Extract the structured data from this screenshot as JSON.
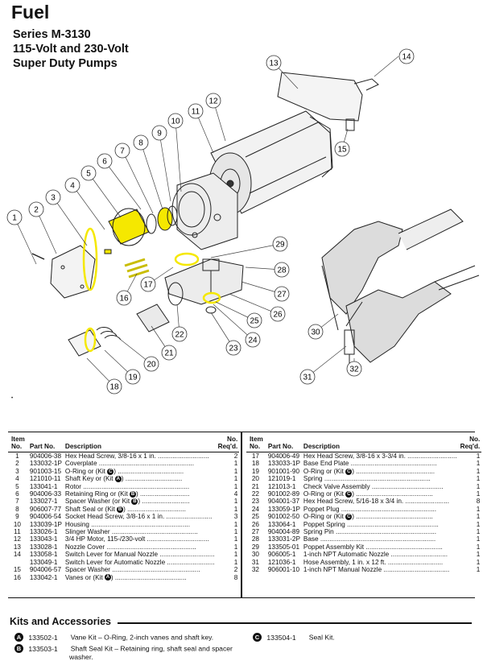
{
  "header": {
    "title": "Fuel",
    "subtitle_lines": [
      "Series M-3130",
      "115-Volt and 230-Volt",
      "Super Duty Pumps"
    ]
  },
  "diagram": {
    "callouts": [
      "1",
      "2",
      "3",
      "4",
      "5",
      "6",
      "7",
      "8",
      "9",
      "10",
      "11",
      "12",
      "13",
      "14",
      "15",
      "16",
      "17",
      "18",
      "19",
      "20",
      "21",
      "22",
      "23",
      "24",
      "25",
      "26",
      "27",
      "28",
      "29",
      "30",
      "31",
      "32"
    ],
    "highlight_color": "#f5e800"
  },
  "table": {
    "headers": {
      "item": "Item No.",
      "part": "Part No.",
      "desc": "Description",
      "qty": "No. Req'd."
    },
    "left": [
      {
        "item": "1",
        "part": "904006-38",
        "desc": "Hex Head Screw, 3/8-16 x 1 in. ............................",
        "qty": "2"
      },
      {
        "item": "2",
        "part": "133032-1P",
        "desc": "Coverplate ....................................................",
        "qty": "1"
      },
      {
        "item": "3",
        "part": "901003-15",
        "desc": "O-Ring or (Kit ",
        "kit": "C",
        "desc_after": ") ....................................",
        "qty": "1"
      },
      {
        "item": "4",
        "part": "121010-11",
        "desc": "Shaft Key or (Kit ",
        "kit": "A",
        "desc_after": ") ...............................",
        "qty": "1"
      },
      {
        "item": "5",
        "part": "133041-1",
        "desc": "Rotor ..........................................................",
        "qty": "1"
      },
      {
        "item": "6",
        "part": "904006-33",
        "desc": "Retaining Ring or (Kit ",
        "kit": "B",
        "desc_after": ") ...........................",
        "qty": "4"
      },
      {
        "item": "7",
        "part": "133027-1",
        "desc": "Spacer Washer (or Kit ",
        "kit": "B",
        "desc_after": ") ..........................",
        "qty": "1"
      },
      {
        "item": "8",
        "part": "906007-77",
        "desc": "Shaft Seal or (Kit ",
        "kit": "B",
        "desc_after": ") ................................",
        "qty": "1"
      },
      {
        "item": "9",
        "part": "904006-54",
        "desc": "Socket Head Screw, 3/8-16 x 1 in. .........................",
        "qty": "3"
      },
      {
        "item": "10",
        "part": "133039-1P",
        "desc": "Housing ......................................................",
        "qty": "1"
      },
      {
        "item": "11",
        "part": "133026-1",
        "desc": "Slinger Washer ...............................................",
        "qty": "1"
      },
      {
        "item": "12",
        "part": "133043-1",
        "desc": "3/4 HP Motor, 115-/230-volt ..................................",
        "qty": "1"
      },
      {
        "item": "13",
        "part": "133028-1",
        "desc": "Nozzle Cover .................................................",
        "qty": "1"
      },
      {
        "item": "14",
        "part": "133058-1",
        "desc": "Switch Lever for Manual Nozzle ..............................",
        "qty": "1"
      },
      {
        "item": "",
        "part": "133049-1",
        "desc": "Switch Lever for Automatic Nozzle ..........................",
        "qty": "1"
      },
      {
        "item": "15",
        "part": "904006-57",
        "desc": "Spacer Washer ................................................",
        "qty": "2"
      },
      {
        "item": "16",
        "part": "133042-1",
        "desc": "Vanes or (Kit ",
        "kit": "A",
        "desc_after": ") .......................................",
        "qty": "8"
      }
    ],
    "right": [
      {
        "item": "17",
        "part": "904006-49",
        "desc": "Hex Head Screw, 3/8-16 x 3-3/4 in. ...........................",
        "qty": "1"
      },
      {
        "item": "18",
        "part": "133033-1P",
        "desc": "Base End Plate ...............................................",
        "qty": "1"
      },
      {
        "item": "19",
        "part": "901001-90",
        "desc": "O-Ring or (Kit ",
        "kit": "C",
        "desc_after": ") ...........................................",
        "qty": "1"
      },
      {
        "item": "20",
        "part": "121019-1",
        "desc": "Spring ..........................................................",
        "qty": "1"
      },
      {
        "item": "21",
        "part": "121013-1",
        "desc": "Check Valve Assembly .......................................",
        "qty": "1"
      },
      {
        "item": "22",
        "part": "901002-89",
        "desc": "O-Ring or (Kit ",
        "kit": "C",
        "desc_after": ") ..........................................",
        "qty": "1"
      },
      {
        "item": "23",
        "part": "904001-37",
        "desc": "Hex Head Screw, 5/16-18 x 3/4 in. ........................",
        "qty": "8"
      },
      {
        "item": "24",
        "part": "133059-1P",
        "desc": "Poppet Plug ....................................................",
        "qty": "1"
      },
      {
        "item": "25",
        "part": "901002-50",
        "desc": "O-Ring or (Kit ",
        "kit": "C",
        "desc_after": ") ..........................................",
        "qty": "1"
      },
      {
        "item": "26",
        "part": "133064-1",
        "desc": "Poppet Spring ..................................................",
        "qty": "1"
      },
      {
        "item": "27",
        "part": "904004-89",
        "desc": "Spring Pin .......................................................",
        "qty": "1"
      },
      {
        "item": "28",
        "part": "133031-2P",
        "desc": "Base ...............................................................",
        "qty": "1"
      },
      {
        "item": "29",
        "part": "133505-01",
        "desc": "Poppet Assembly Kit ..........................................",
        "qty": "1"
      },
      {
        "item": "30",
        "part": "906005-1",
        "desc": "1-inch NPT Automatic Nozzle ...............................",
        "qty": "1"
      },
      {
        "item": "31",
        "part": "121036-1",
        "desc": "Hose Assembly, 1 in. x 12 ft. ..............................",
        "qty": "1"
      },
      {
        "item": "32",
        "part": "906001-10",
        "desc": "1-inch NPT Manual Nozzle ....................................",
        "qty": "1"
      }
    ]
  },
  "kits": {
    "title": "Kits and Accessories",
    "items": [
      {
        "badge": "A",
        "part": "133502-1",
        "desc": "Vane Kit – O-Ring, 2-inch vanes and shaft key.",
        "desc2": ""
      },
      {
        "badge": "B",
        "part": "133503-1",
        "desc": "Shaft Seal Kit – Retaining ring, shaft seal and spacer",
        "desc2": "washer."
      },
      {
        "badge": "C",
        "part": "133504-1",
        "desc": "Seal Kit.",
        "desc2": ""
      }
    ]
  }
}
